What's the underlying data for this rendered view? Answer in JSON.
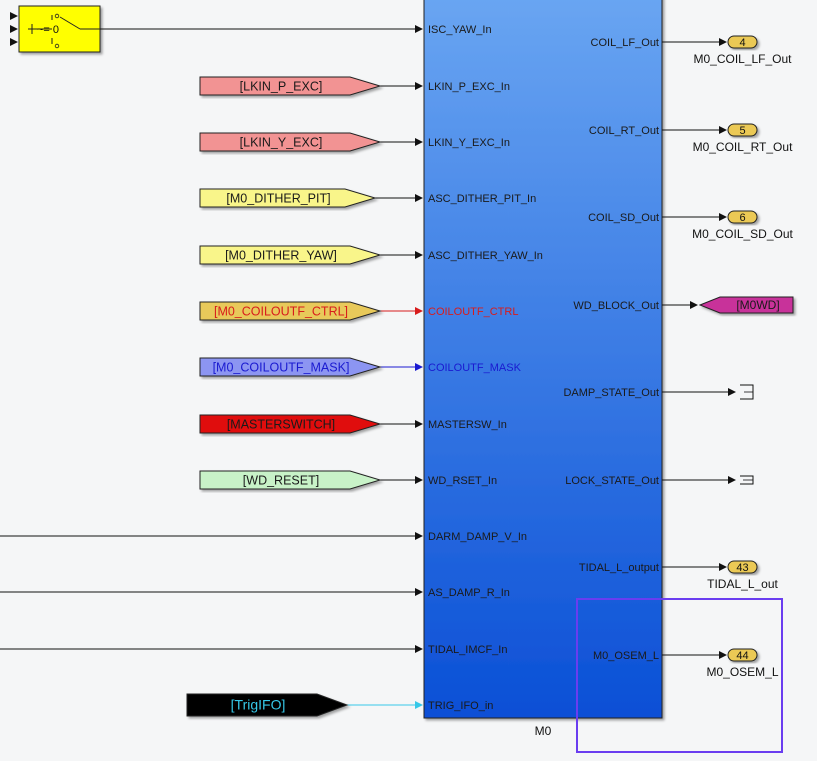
{
  "subsystem": {
    "name": "M0",
    "inports": [
      {
        "label": "ISC_YAW_In",
        "color": "#1a1a1a"
      },
      {
        "label": "LKIN_P_EXC_In",
        "color": "#1a1a1a"
      },
      {
        "label": "LKIN_Y_EXC_In",
        "color": "#1a1a1a"
      },
      {
        "label": "ASC_DITHER_PIT_In",
        "color": "#1a1a1a"
      },
      {
        "label": "ASC_DITHER_YAW_In",
        "color": "#1a1a1a"
      },
      {
        "label": "COILOUTF_CTRL",
        "color": "#d81c1c"
      },
      {
        "label": "COILOUTF_MASK",
        "color": "#1a1ad0"
      },
      {
        "label": "MASTERSW_In",
        "color": "#1a1a1a"
      },
      {
        "label": "WD_RSET_In",
        "color": "#1a1a1a"
      },
      {
        "label": "DARM_DAMP_V_In",
        "color": "#1a1a1a"
      },
      {
        "label": "AS_DAMP_R_In",
        "color": "#1a1a1a"
      },
      {
        "label": "TIDAL_IMCF_In",
        "color": "#1a1a1a"
      },
      {
        "label": "TRIG_IFO_in",
        "color": "#1a1a1a"
      }
    ],
    "outports": [
      {
        "label": "COIL_LF_Out"
      },
      {
        "label": "COIL_RT_Out"
      },
      {
        "label": "COIL_SD_Out"
      },
      {
        "label": "WD_BLOCK_Out"
      },
      {
        "label": "DAMP_STATE_Out"
      },
      {
        "label": "LOCK_STATE_Out"
      },
      {
        "label": "TIDAL_L_output"
      },
      {
        "label": "M0_OSEM_L"
      }
    ]
  },
  "switch_block": {
    "label": "~= 0",
    "fill": "#ffff00"
  },
  "goto_tags": [
    {
      "label": "[LKIN_P_EXC]",
      "fill": "#f29393",
      "text_color": "#1a1a1a"
    },
    {
      "label": "[LKIN_Y_EXC]",
      "fill": "#f29393",
      "text_color": "#1a1a1a"
    },
    {
      "label": "[M0_DITHER_PIT]",
      "fill": "#f9f58a",
      "text_color": "#1a1a1a"
    },
    {
      "label": "[M0_DITHER_YAW]",
      "fill": "#f9f58a",
      "text_color": "#1a1a1a"
    },
    {
      "label": "[M0_COILOUTF_CTRL]",
      "fill": "#e8c95a",
      "text_color": "#d81c1c"
    },
    {
      "label": "[M0_COILOUTF_MASK]",
      "fill": "#8c95f2",
      "text_color": "#1a1ad0"
    },
    {
      "label": "[MASTERSWITCH]",
      "fill": "#e00a0a",
      "text_color": "#1a1a1a"
    },
    {
      "label": "[WD_RESET]",
      "fill": "#c8f2c8",
      "text_color": "#1a1a1a"
    },
    {
      "label": "[TrigIFO]",
      "fill": "#000000",
      "text_color": "#36c8e8"
    }
  ],
  "out_ports": [
    {
      "number": "4",
      "label": "M0_COIL_LF_Out"
    },
    {
      "number": "5",
      "label": "M0_COIL_RT_Out"
    },
    {
      "number": "6",
      "label": "M0_COIL_SD_Out"
    },
    {
      "number": "43",
      "label": "TIDAL_L_out"
    },
    {
      "number": "44",
      "label": "M0_OSEM_L"
    }
  ],
  "from_tag": {
    "label": "[M0WD]",
    "fill": "#c8309a",
    "text_color": "#1a1a1a"
  },
  "colors": {
    "subsystem_top": "#6aa6f2",
    "subsystem_bottom": "#0a4fd6",
    "port_fill": "#ebc954",
    "selection_box": "#6a3df0",
    "signal_red": "#d81c1c",
    "signal_blue": "#1a1ad0",
    "signal_cyan": "#36c8e8"
  }
}
